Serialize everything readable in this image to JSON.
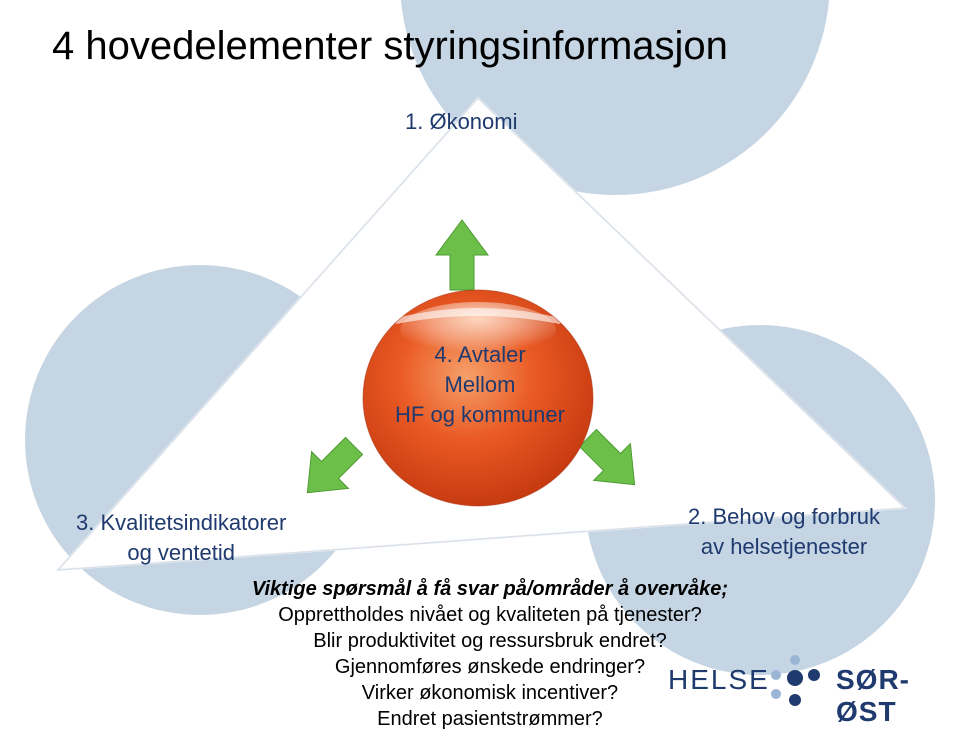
{
  "title": "4 hovedelementer styringsinformasjon",
  "nodes": {
    "top": "1. Økonomi",
    "right_line1": "2. Behov og forbruk",
    "right_line2": "av helsetjenester",
    "left_line1": "3. Kvalitetsindikatorer",
    "left_line2": "og ventetid",
    "center_lines": [
      "4. Avtaler",
      "Mellom",
      "HF og kommuner"
    ]
  },
  "questions": {
    "heading": "Viktige spørsmål å få svar på/områder å overvåke;",
    "lines": [
      "Opprettholdes nivået og kvaliteten på tjenester?",
      "Blir produktivitet og ressursbruk  endret?",
      "Gjennomføres ønskede endringer?",
      "Virker økonomisk incentiver?",
      "Endret pasientstrømmer?"
    ]
  },
  "logo": {
    "left_text": "HELSE",
    "right_text": "SØR-ØST"
  },
  "colors": {
    "circle_bg": "#c5d5e4",
    "triangle": "#ffffff",
    "sphere_main": "#e04a1e",
    "sphere_highlight": "#f7b48a",
    "arrow": "#6cc04a",
    "label_text": "#1f3a6e",
    "logo_dots": "#1f3a6e",
    "logo_dots_light": "#9ab6d4"
  }
}
